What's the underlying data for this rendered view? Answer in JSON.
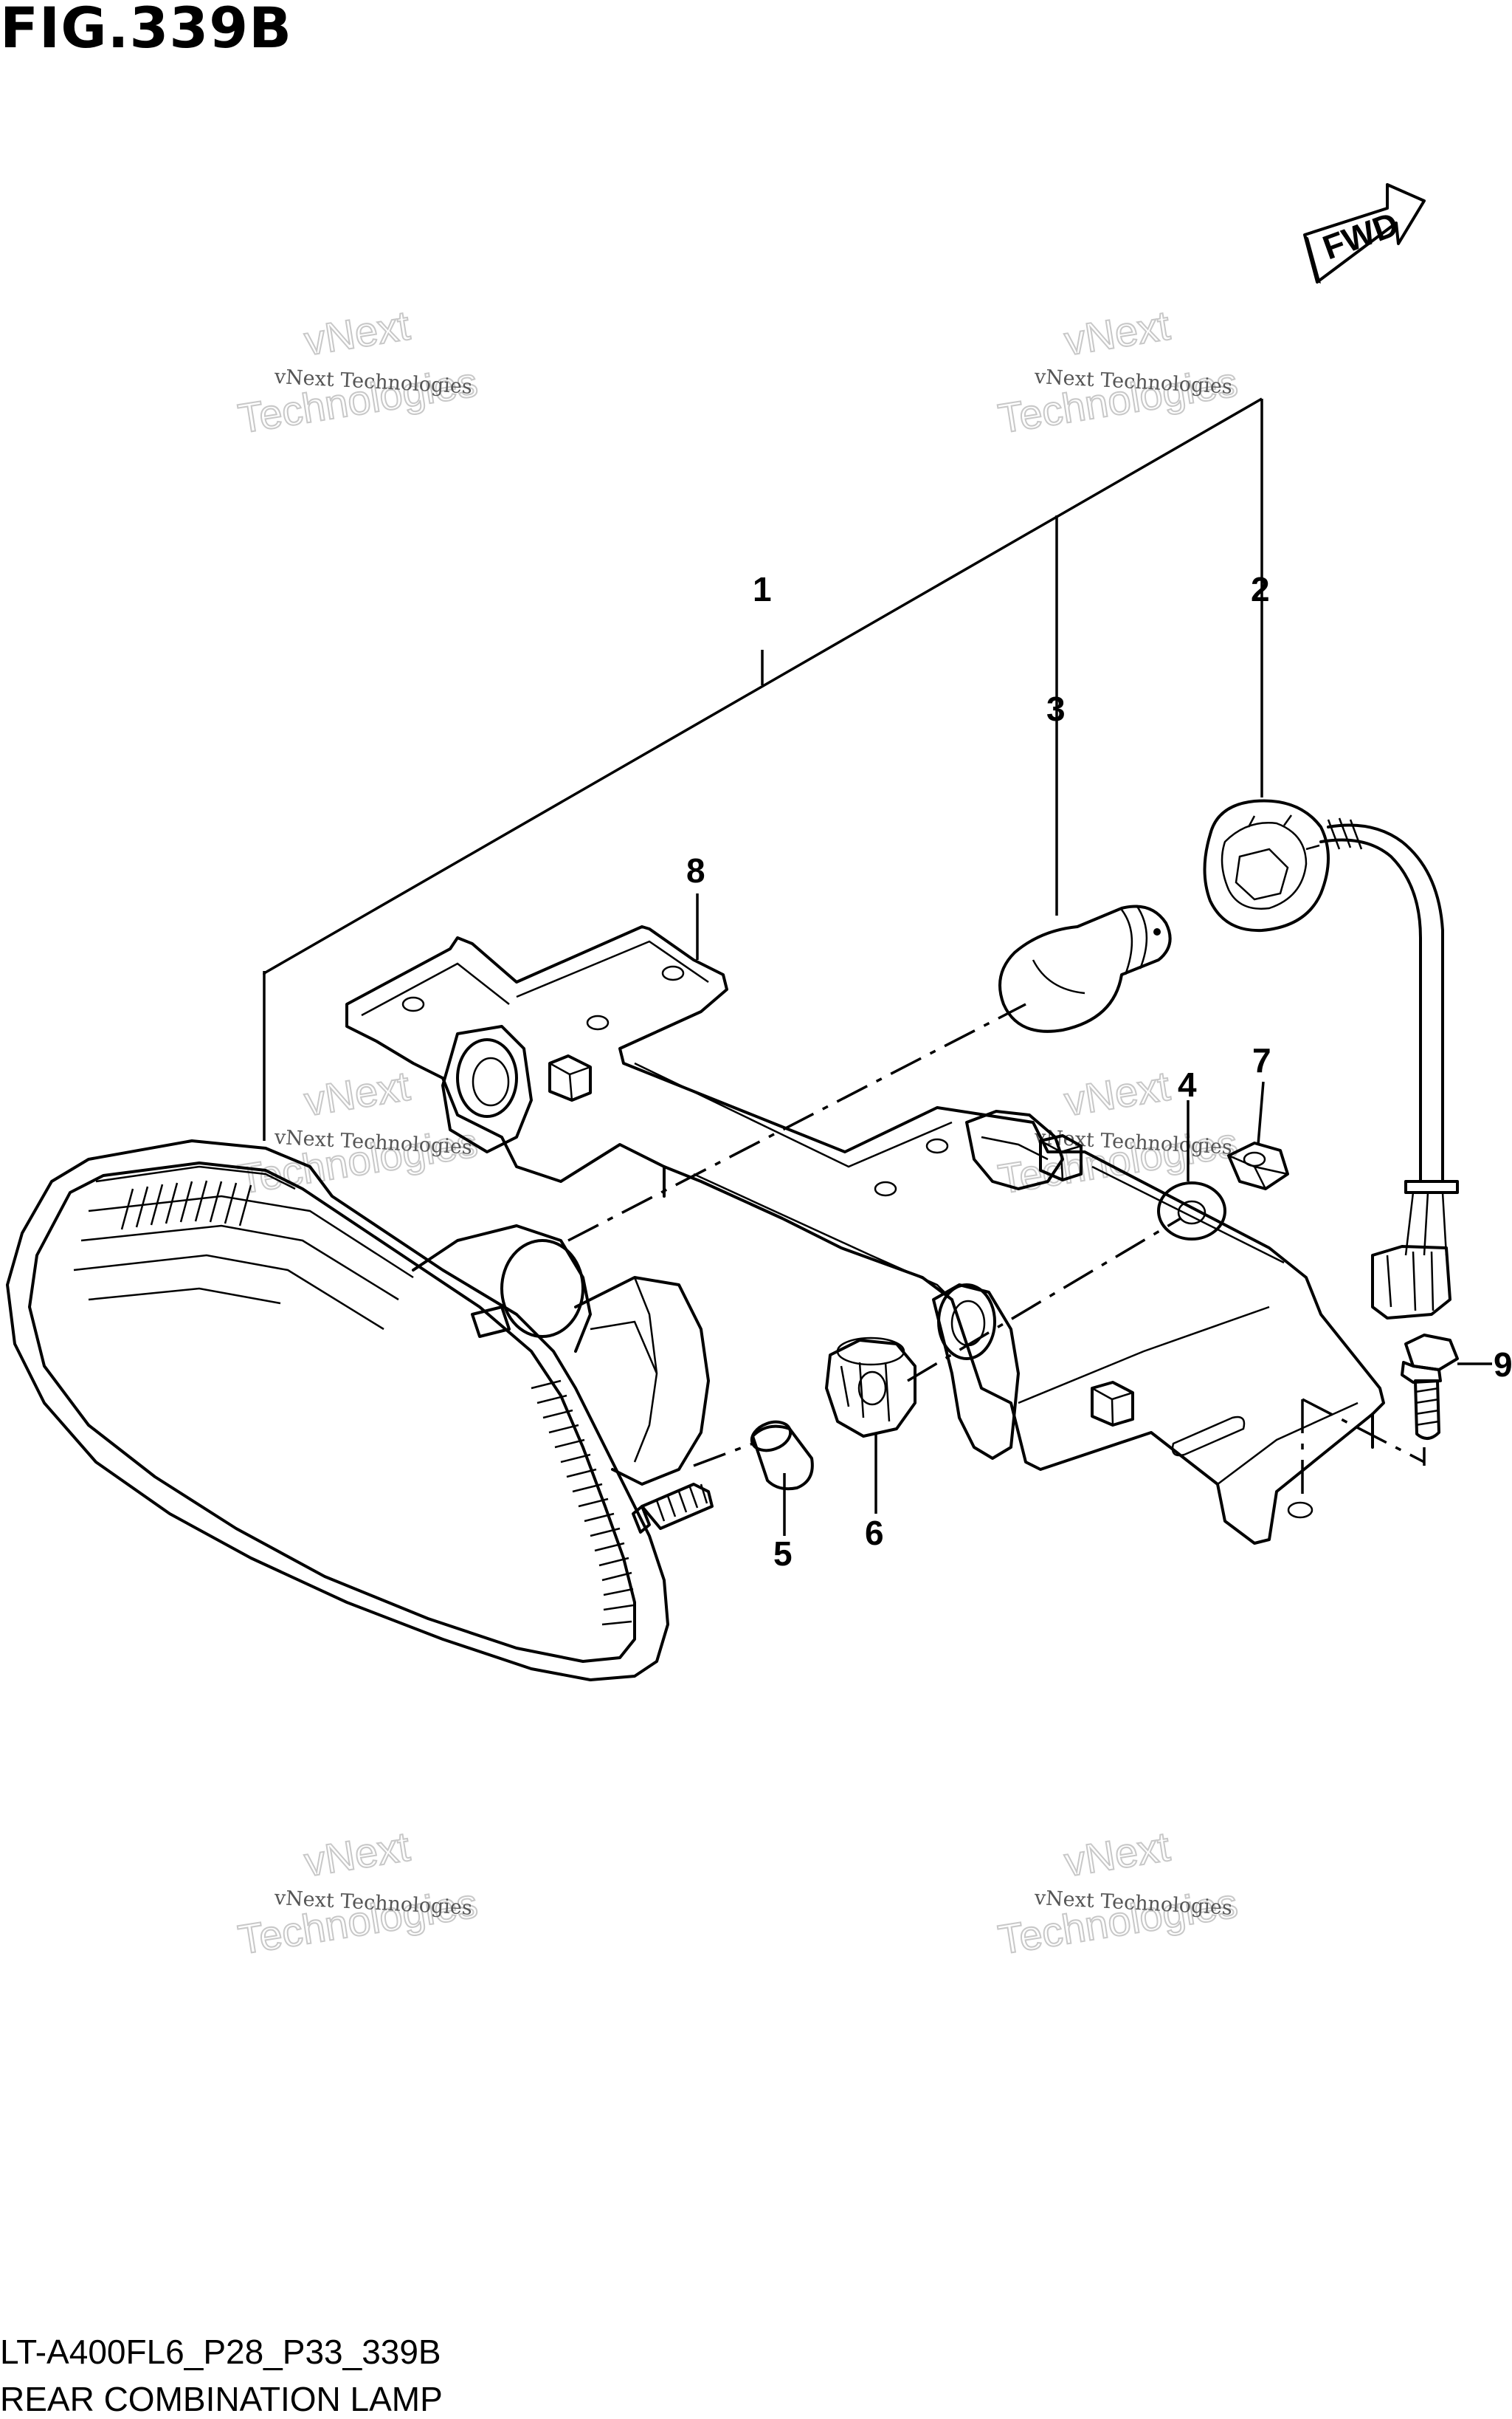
{
  "figure_title": "FIG.339B",
  "model_code": "LT-A400FL6_P28_P33_339B",
  "section_name": "REAR COMBINATION LAMP",
  "fwd_label": "FWD",
  "callouts": {
    "c1": "1",
    "c2": "2",
    "c3": "3",
    "c4": "4",
    "c5": "5",
    "c6": "6",
    "c7": "7",
    "c8": "8",
    "c9": "9"
  },
  "watermark": {
    "small": "vNext Technologies",
    "big_top": "vNext",
    "big_bottom": "Technologies"
  }
}
